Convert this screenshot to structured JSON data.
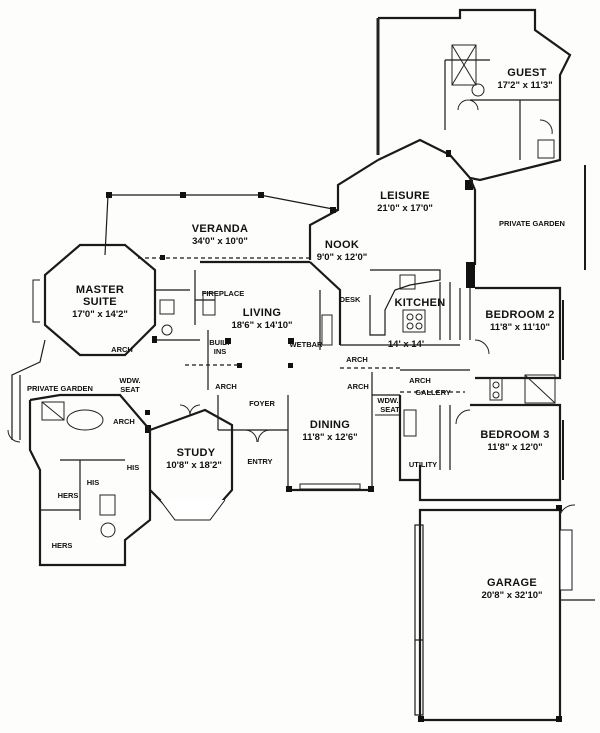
{
  "rooms": {
    "guest": {
      "name": "GUEST",
      "dim": "17'2\" x 11'3\""
    },
    "leisure": {
      "name": "LEISURE",
      "dim": "21'0\" x 17'0\""
    },
    "veranda": {
      "name": "VERANDA",
      "dim": "34'0\" x 10'0\""
    },
    "nook": {
      "name": "NOOK",
      "dim": "9'0\" x 12'0\""
    },
    "master": {
      "name1": "MASTER",
      "name2": "SUITE",
      "dim": "17'0\" x 14'2\""
    },
    "living": {
      "name": "LIVING",
      "dim": "18'6\" x 14'10\""
    },
    "kitchen": {
      "name": "KITCHEN",
      "dim": "14' x 14'"
    },
    "bedroom2": {
      "name": "BEDROOM 2",
      "dim": "11'8\" x 11'10\""
    },
    "bedroom3": {
      "name": "BEDROOM 3",
      "dim": "11'8\" x 12'0\""
    },
    "study": {
      "name": "STUDY",
      "dim": "10'8\" x 18'2\""
    },
    "dining": {
      "name": "DINING",
      "dim": "11'8\" x 12'6\""
    },
    "garage": {
      "name": "GARAGE",
      "dim": "20'8\" x 32'10\""
    }
  },
  "labels": {
    "private_garden_right": "PRIVATE GARDEN",
    "private_garden_left": "PRIVATE GARDEN",
    "fireplace": "FIREPLACE",
    "desk": "DESK",
    "built_ins_1": "BUILT",
    "built_ins_2": "INS",
    "wetbar": "WETBAR",
    "arch_master": "ARCH",
    "arch_living": "ARCH",
    "arch_nook": "ARCH",
    "arch_dining": "ARCH",
    "arch_gallery": "ARCH",
    "arch_bath": "ARCH",
    "gallery": "GALLERY",
    "wdw_seat_left_1": "WDW.",
    "wdw_seat_left_2": "SEAT",
    "wdw_seat_right_1": "WDW.",
    "wdw_seat_right_2": "SEAT",
    "foyer": "FOYER",
    "entry": "ENTRY",
    "utility": "UTILITY",
    "his_1": "HIS",
    "his_2": "HIS",
    "hers_1": "HERS",
    "hers_2": "HERS"
  }
}
